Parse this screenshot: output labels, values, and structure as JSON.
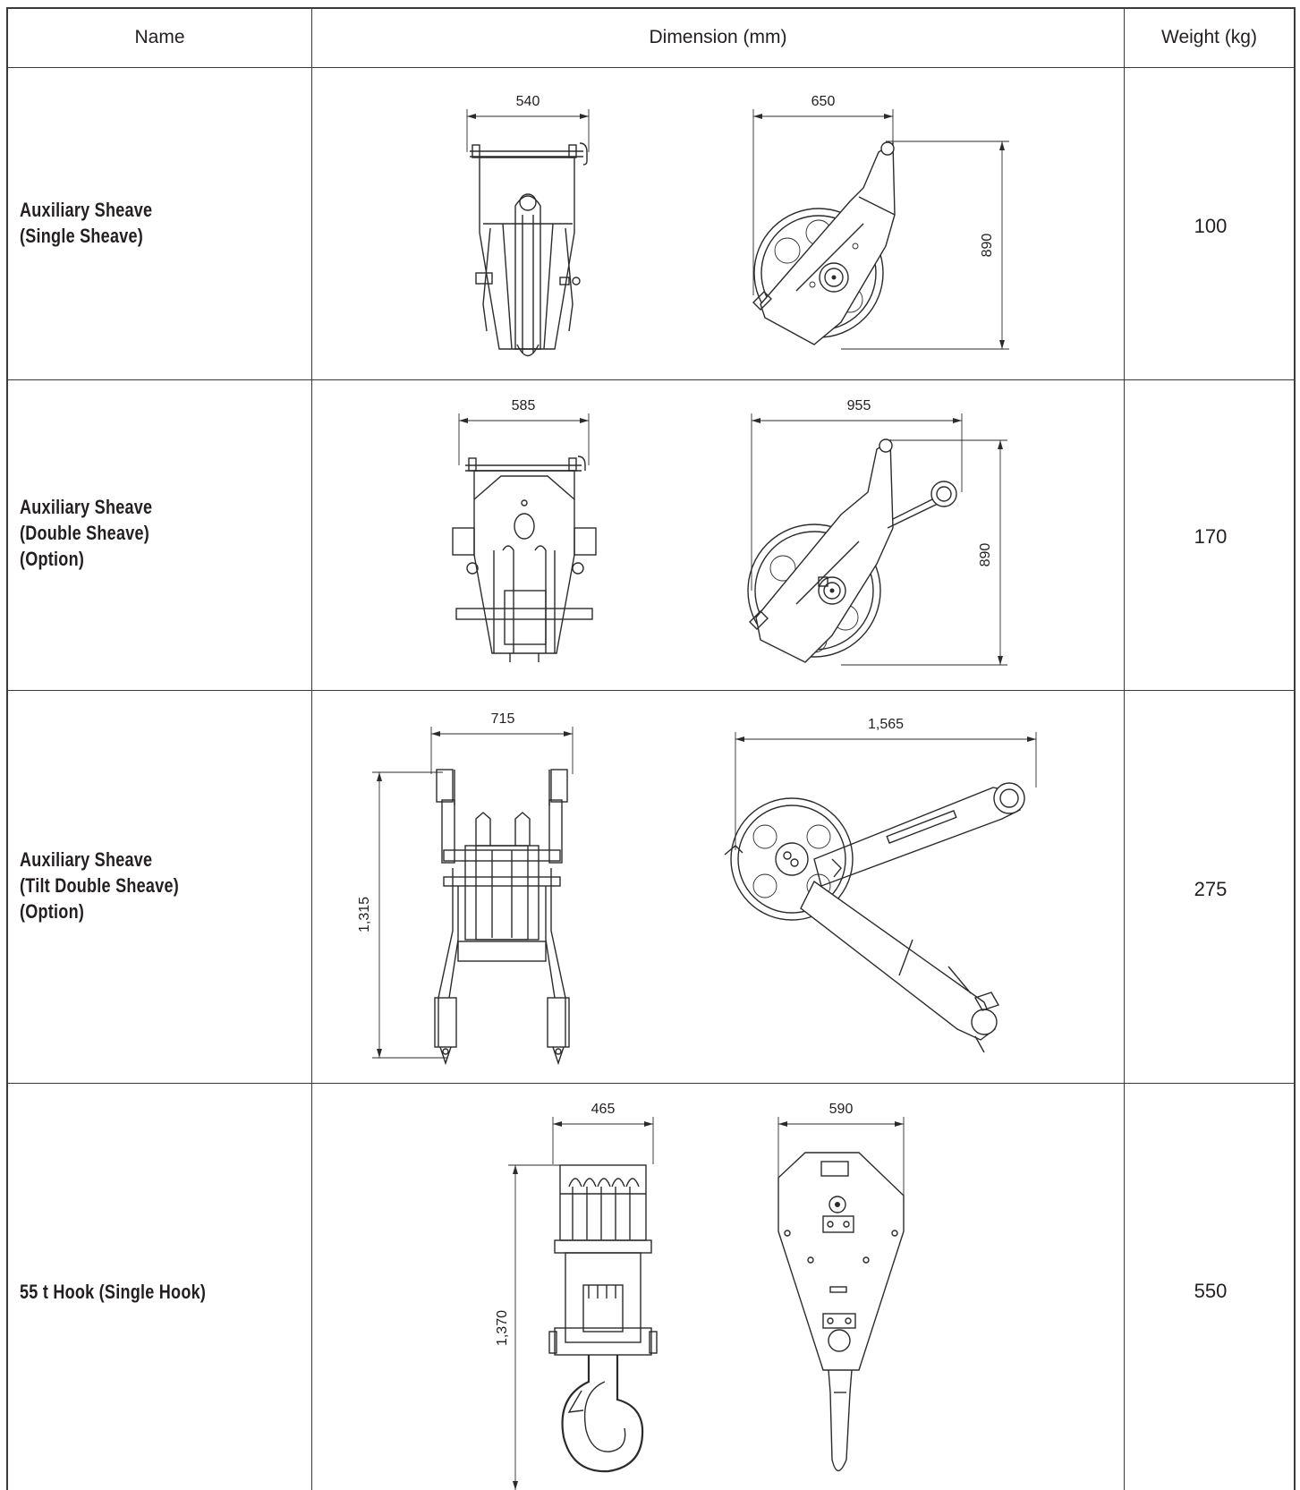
{
  "table": {
    "headers": {
      "name": "Name",
      "dimension": "Dimension (mm)",
      "weight": "Weight (kg)"
    },
    "rows": [
      {
        "name_lines": [
          "Auxiliary Sheave",
          "(Single Sheave)"
        ],
        "weight": "100",
        "dims": {
          "front_width": "540",
          "side_width": "650",
          "side_height": "890"
        }
      },
      {
        "name_lines": [
          "Auxiliary Sheave",
          "(Double Sheave)",
          "(Option)"
        ],
        "weight": "170",
        "dims": {
          "front_width": "585",
          "side_width": "955",
          "side_height": "890"
        }
      },
      {
        "name_lines": [
          "Auxiliary Sheave",
          "(Tilt Double Sheave)",
          "(Option)"
        ],
        "weight": "275",
        "dims": {
          "front_width": "715",
          "front_height": "1,315",
          "side_width": "1,565"
        }
      },
      {
        "name_lines": [
          "55 t Hook (Single Hook)"
        ],
        "weight": "550",
        "dims": {
          "front_width": "465",
          "front_height": "1,370",
          "side_width": "590"
        }
      }
    ]
  }
}
